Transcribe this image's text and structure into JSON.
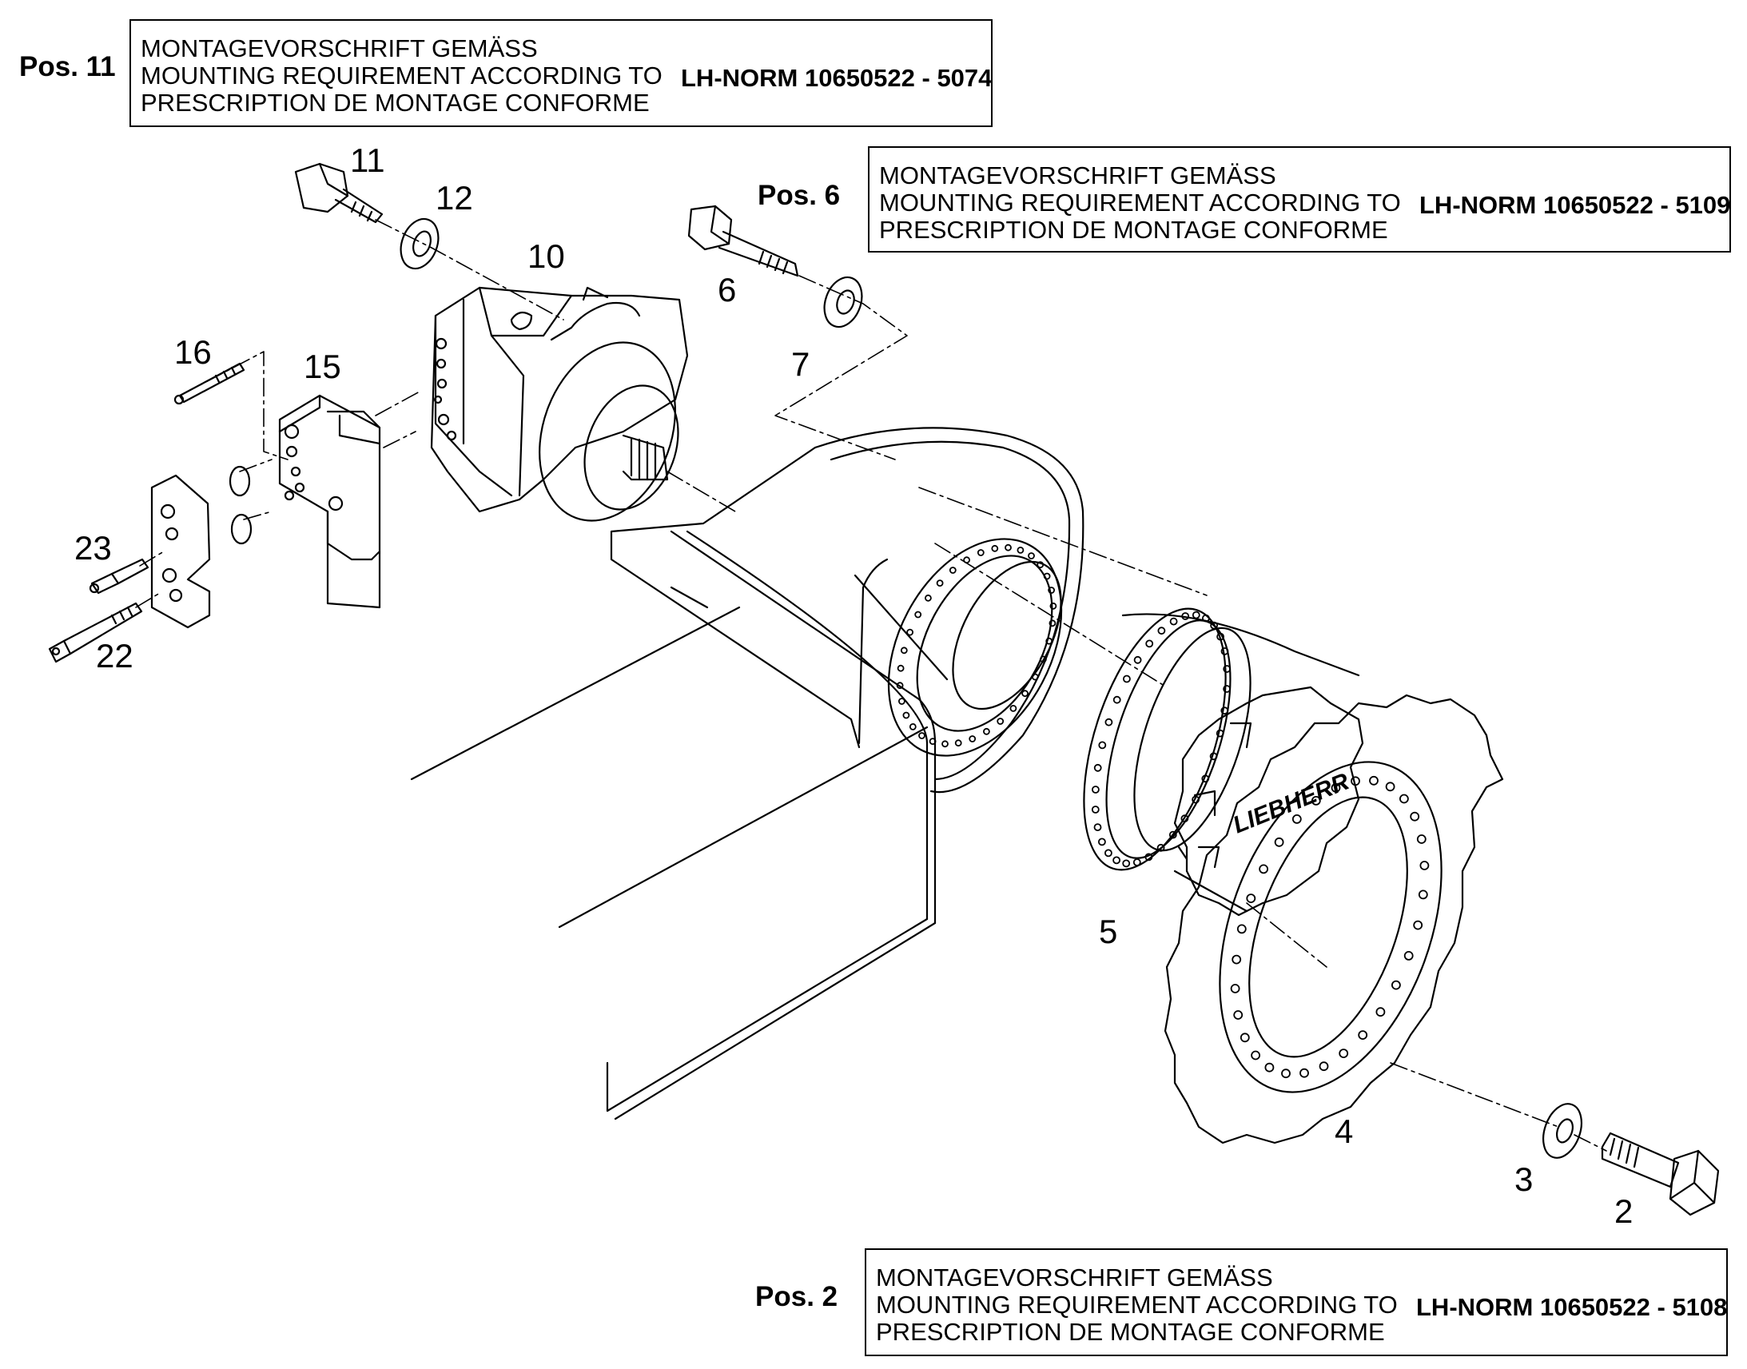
{
  "notes": [
    {
      "position": "Pos. 11",
      "lines": [
        "MONTAGEVORSCHRIFT GEMÄSS",
        "MOUNTING REQUIREMENT ACCORDING TO",
        "PRESCRIPTION DE MONTAGE CONFORME"
      ],
      "norm": "LH-NORM 10650522 - 5074"
    },
    {
      "position": "Pos. 6",
      "lines": [
        "MONTAGEVORSCHRIFT GEMÄSS",
        "MOUNTING REQUIREMENT ACCORDING TO",
        "PRESCRIPTION DE MONTAGE CONFORME"
      ],
      "norm": "LH-NORM 10650522 - 5109"
    },
    {
      "position": "Pos. 2",
      "lines": [
        "MONTAGEVORSCHRIFT GEMÄSS",
        "MOUNTING REQUIREMENT ACCORDING TO",
        "PRESCRIPTION DE MONTAGE CONFORME"
      ],
      "norm": "LH-NORM 10650522 - 5108"
    }
  ],
  "callouts": {
    "c11": "11",
    "c12": "12",
    "c10": "10",
    "c6": "6",
    "c7": "7",
    "c16": "16",
    "c15": "15",
    "c23": "23",
    "c22": "22",
    "c5": "5",
    "c4": "4",
    "c3": "3",
    "c2": "2"
  },
  "brand": "LIEBHERR",
  "colors": {
    "line": "#000000",
    "background": "#ffffff"
  }
}
